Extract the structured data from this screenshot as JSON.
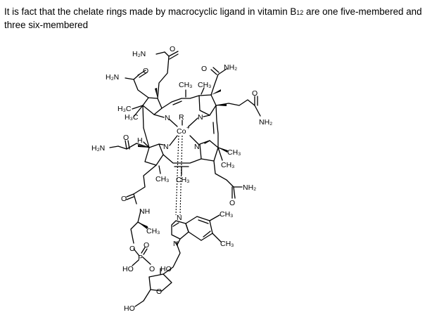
{
  "caption": {
    "text_before": "It is fact that the chelate rings made by macrocyclic ligand in vitamin B",
    "text_sub": "12",
    "text_after": " are one five-membered and three six-membered"
  },
  "molecule": {
    "atoms": {
      "h2n_top": "H₂N",
      "o_top": "O",
      "h2n_left": "H₂N",
      "o_left_top": "O",
      "o_amide_tr": "O",
      "nh2_tr": "NH₂",
      "ch3_a": "CH₃",
      "ch3_b": "CH₃",
      "h3c_a": "H₃C",
      "h3c_b": "H₃C",
      "n_tl": "N",
      "r": "R",
      "n_tr": "N",
      "co": "Co",
      "co_charge": "+",
      "o_right": "O",
      "nh2_right": "NH₂",
      "o_left_mid": "O",
      "h2n_mid": "H₂N",
      "h_mid": "H",
      "n_bl": "N",
      "n_br": "N",
      "ch3_r1": "CH₃",
      "ch3_r2": "CH₃",
      "ch3_c": "CH₃",
      "ch3_d": "CH₃",
      "o_br": "O",
      "nh2_br": "NH₂",
      "o_nh": "O",
      "nh": "NH",
      "n_bz1": "N",
      "ch3_bz1": "CH₃",
      "ch3_pr": "CH₃",
      "n_bz2": "N",
      "ch3_bz2": "CH₃",
      "o_p1": "O",
      "p": "P",
      "o_p2": "O",
      "ho_p": "HO",
      "o_p3": "O",
      "ho_sugar": "HO",
      "o_ring": "O",
      "ho_bottom": "HO"
    }
  }
}
